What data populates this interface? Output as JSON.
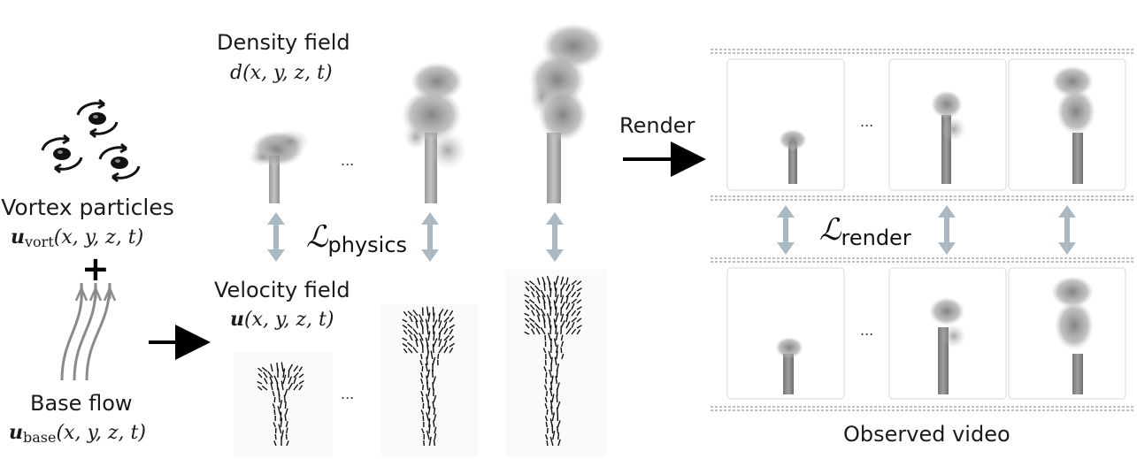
{
  "left": {
    "vortex_label": "Vortex particles",
    "vortex_math": {
      "symbol": "u",
      "sub": "vort",
      "args": "(x, y, z, t)"
    },
    "plus": "+",
    "base_label": "Base flow",
    "base_math": {
      "symbol": "u",
      "sub": "base",
      "args": "(x, y, z, t)"
    }
  },
  "middle": {
    "density_label": "Density field",
    "density_math": "d(x, y, z, t)",
    "velocity_label": "Velocity field",
    "velocity_math": {
      "symbol": "u",
      "args": "(x, y, z, t)"
    },
    "ellipsis_top": "...",
    "ellipsis_bottom": "...",
    "loss": {
      "symbol": "ℒ",
      "sub": "physics"
    }
  },
  "right": {
    "render_label": "Render",
    "ellipsis_top": "...",
    "ellipsis_bottom": "...",
    "loss": {
      "symbol": "ℒ",
      "sub": "render"
    },
    "observed_label": "Observed video"
  },
  "colors": {
    "double_arrow": "#a9b8c2",
    "smoke": "#9a9a9a",
    "arrow": "#000000"
  }
}
